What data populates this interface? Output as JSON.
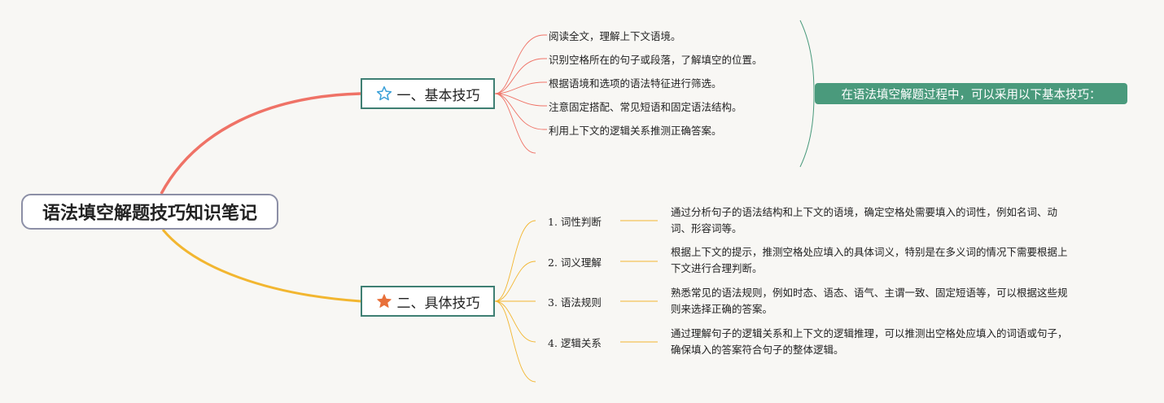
{
  "root": {
    "title": "语法填空解题技巧知识笔记"
  },
  "branch1": {
    "label": "一、基本技巧",
    "icon": "star-outline-icon",
    "line_color": "#ef7266",
    "items": [
      "阅读全文，理解上下文语境。",
      "识别空格所在的句子或段落，了解填空的位置。",
      "根据语境和选项的语法特征进行筛选。",
      "注意固定搭配、常见短语和固定语法结构。",
      "利用上下文的逻辑关系推测正确答案。"
    ],
    "summary": "在语法填空解题过程中，可以采用以下基本技巧："
  },
  "branch2": {
    "label": "二、具体技巧",
    "icon": "star-filled-icon",
    "line_color": "#f2b630",
    "items": [
      {
        "title": "1. 词性判断",
        "desc": "通过分析句子的语法结构和上下文的语境，确定空格处需要填入的词性，例如名词、动词、形容词等。"
      },
      {
        "title": "2. 词义理解",
        "desc": "根据上下文的提示，推测空格处应填入的具体词义，特别是在多义词的情况下需要根据上下文进行合理判断。"
      },
      {
        "title": "3. 语法规则",
        "desc": "熟悉常见的语法规则，例如时态、语态、语气、主谓一致、固定短语等，可以根据这些规则来选择正确的答案。"
      },
      {
        "title": "4. 逻辑关系",
        "desc": "通过理解句子的逻辑关系和上下文的逻辑推理，可以推测出空格处应填入的词语或句子，确保填入的答案符合句子的整体逻辑。"
      }
    ]
  },
  "colors": {
    "node_border": "#3f7f73",
    "root_border": "#8c8fa6",
    "summary_bg": "#4a9a7c",
    "star_outline": "#3aa0d8",
    "star_filled": "#e8703a"
  }
}
